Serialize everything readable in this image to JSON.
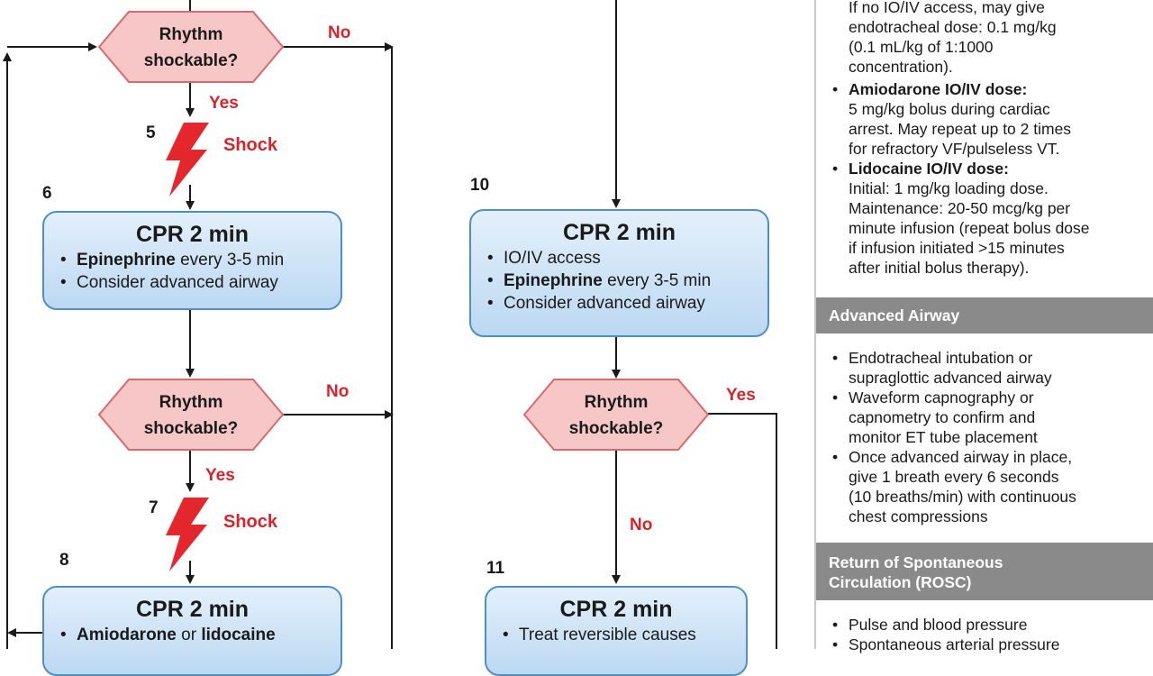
{
  "decisions": {
    "rhythm_1": {
      "line1": "Rhythm",
      "line2": "shockable?"
    },
    "rhythm_2": {
      "line1": "Rhythm",
      "line2": "shockable?"
    },
    "rhythm_3": {
      "line1": "Rhythm",
      "line2": "shockable?"
    }
  },
  "labels": {
    "no_1": "No",
    "yes_1": "Yes",
    "no_2": "No",
    "yes_2": "Yes",
    "yes_3": "Yes",
    "no_3": "No"
  },
  "steps": {
    "s5": "5",
    "s6": "6",
    "s7": "7",
    "s8": "8",
    "s10": "10",
    "s11": "11"
  },
  "shock_label": "Shock",
  "boxes": {
    "box6": {
      "title": "CPR 2 min",
      "items": [
        {
          "bold": "Epinephrine",
          "rest": " every 3-5 min"
        },
        {
          "bold": "",
          "rest": "Consider advanced airway"
        }
      ]
    },
    "box8": {
      "title": "CPR 2 min",
      "items": [
        {
          "bold": "Amiodarone",
          "mid": " or ",
          "bold2": "lidocaine"
        }
      ]
    },
    "box10": {
      "title": "CPR 2 min",
      "items": [
        {
          "bold": "",
          "rest": "IO/IV access"
        },
        {
          "bold": "Epinephrine",
          "rest": " every 3-5 min"
        },
        {
          "bold": "",
          "rest": "Consider advanced airway"
        }
      ]
    },
    "box11": {
      "title": "CPR 2 min",
      "items": [
        {
          "bold": "",
          "rest": "Treat reversible causes"
        }
      ]
    }
  },
  "panel": {
    "top_lines": [
      "If no IO/IV access, may give",
      "endotracheal dose: 0.1 mg/kg",
      "(0.1 mL/kg of 1:1000",
      "concentration)."
    ],
    "amiodarone_head": "Amiodarone IO/IV dose:",
    "amiodarone_lines": [
      "5 mg/kg bolus during cardiac",
      "arrest. May repeat up to 2 times",
      "for refractory VF/pulseless VT."
    ],
    "lidocaine_head": "Lidocaine IO/IV dose:",
    "lidocaine_lines": [
      "Initial: 1 mg/kg loading dose.",
      "Maintenance: 20-50 mcg/kg per",
      "minute infusion (repeat bolus dose",
      "if infusion initiated >15 minutes",
      "after initial bolus therapy)."
    ],
    "airway_header": "Advanced Airway",
    "airway_bullets": [
      [
        "Endotracheal intubation or",
        "supraglottic advanced airway"
      ],
      [
        "Waveform capnography or",
        "capnometry to confirm and",
        "monitor ET tube placement"
      ],
      [
        "Once advanced airway in place,",
        "give 1 breath every 6 seconds",
        "(10 breaths/min) with continuous",
        "chest compressions"
      ]
    ],
    "rosc_header_1": "Return of Spontaneous",
    "rosc_header_2": "Circulation (ROSC)",
    "rosc_bullets": [
      "Pulse and blood pressure",
      "Spontaneous arterial pressure"
    ]
  },
  "colors": {
    "line": "#1a1a1a",
    "red": "#d8232a",
    "hex_fill": "#f7c6c6",
    "hex_stroke": "#d66b6b",
    "box_fill": "#cfe3f6",
    "box_stroke": "#4f8fc8",
    "panel_header": "#8a8a8a"
  },
  "icons": [
    "shock-bolt-icon",
    "arrow-head-icon"
  ]
}
